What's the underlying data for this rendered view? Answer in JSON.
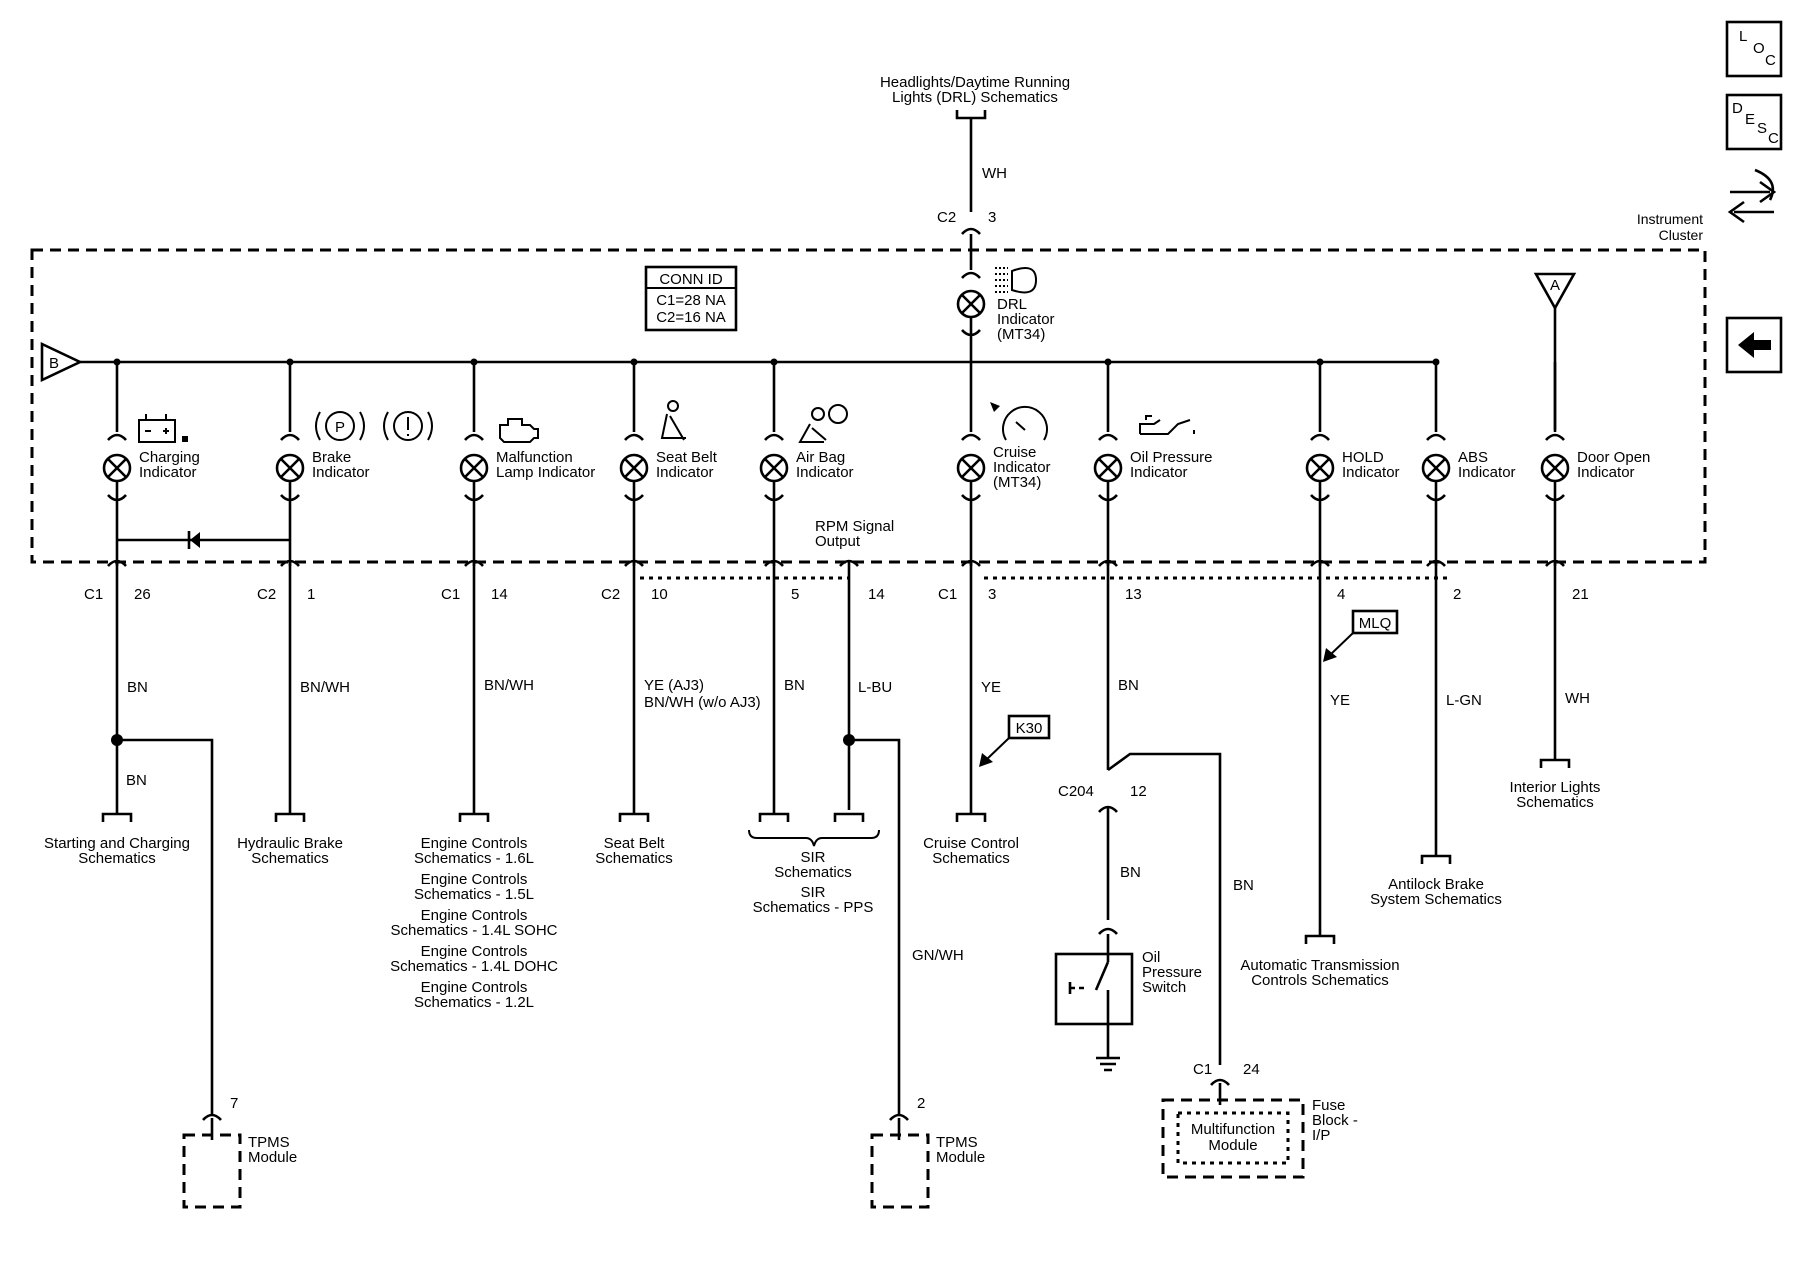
{
  "header": {
    "top_destination_line1": "Headlights/Daytime Running",
    "top_destination_line2": "Lights (DRL) Schematics",
    "cluster_label_line1": "Instrument",
    "cluster_label_line2": "Cluster"
  },
  "nav": {
    "loc": [
      "L",
      "O",
      "C"
    ],
    "desc": [
      "D",
      "E",
      "S",
      "C"
    ],
    "swap_icon": "swap-arrows-icon",
    "back_icon": "back-arrow-icon"
  },
  "conn_id": {
    "title": "CONN ID",
    "line1": "C1=28 NA",
    "line2": "C2=16 NA"
  },
  "refs": {
    "b": "B",
    "a": "A"
  },
  "drl": {
    "connector": "C2",
    "pin": "3",
    "wire": "WH",
    "label_line1": "DRL",
    "label_line2": "Indicator",
    "label_line3": "(MT34)"
  },
  "indicators": [
    {
      "name": "charging",
      "line1": "Charging",
      "line2": "Indicator",
      "connector": "C1",
      "pin": "26",
      "wire": "BN",
      "icon": "battery-icon"
    },
    {
      "name": "brake",
      "line1": "Brake",
      "line2": "Indicator",
      "connector": "C2",
      "pin": "1",
      "wire": "BN/WH",
      "icon": "parking-brake-icon"
    },
    {
      "name": "malfunction",
      "line1": "Malfunction",
      "line2": "Lamp Indicator",
      "connector": "C1",
      "pin": "14",
      "wire": "BN/WH",
      "icon": "engine-icon"
    },
    {
      "name": "seat-belt",
      "line1": "Seat Belt",
      "line2": "Indicator",
      "connector": "C2",
      "pin": "10",
      "wire": "YE (AJ3)",
      "wire2": "BN/WH (w/o AJ3)",
      "icon": "seat-belt-icon"
    },
    {
      "name": "air-bag",
      "line1": "Air Bag",
      "line2": "Indicator",
      "connector": "",
      "pin": "5",
      "wire": "BN",
      "icon": "airbag-icon"
    },
    {
      "name": "cruise",
      "line1": "Cruise",
      "line2": "Indicator",
      "line3": "(MT34)",
      "connector": "C1",
      "pin": "3",
      "wire": "YE",
      "icon": "cruise-icon"
    },
    {
      "name": "oil-pressure",
      "line1": "Oil Pressure",
      "line2": "Indicator",
      "connector": "",
      "pin": "13",
      "wire": "BN",
      "icon": "oil-can-icon"
    },
    {
      "name": "hold",
      "line1": "HOLD",
      "line2": "Indicator",
      "connector": "",
      "pin": "4",
      "wire": "YE"
    },
    {
      "name": "abs",
      "line1": "ABS",
      "line2": "Indicator",
      "connector": "",
      "pin": "2",
      "wire": "L-GN"
    },
    {
      "name": "door-open",
      "line1": "Door Open",
      "line2": "Indicator",
      "connector": "",
      "pin": "21",
      "wire": "WH"
    }
  ],
  "rpm": {
    "label_line1": "RPM Signal",
    "label_line2": "Output",
    "pin": "14",
    "wire": "L-BU",
    "wire2": "GN/WH"
  },
  "charging_split_wire": "BN",
  "destinations": {
    "starting": [
      "Starting and Charging",
      "Schematics"
    ],
    "hydraulic": [
      "Hydraulic Brake",
      "Schematics"
    ],
    "engine": [
      [
        "Engine Controls",
        "Schematics - 1.6L"
      ],
      [
        "Engine Controls",
        "Schematics - 1.5L"
      ],
      [
        "Engine Controls",
        "Schematics - 1.4L SOHC"
      ],
      [
        "Engine Controls",
        "Schematics - 1.4L DOHC"
      ],
      [
        "Engine Controls",
        "Schematics - 1.2L"
      ]
    ],
    "seat_belt": [
      "Seat Belt",
      "Schematics"
    ],
    "sir": [
      "SIR",
      "Schematics",
      "SIR",
      "Schematics - PPS"
    ],
    "cruise": [
      "Cruise Control",
      "Schematics"
    ],
    "interior": [
      "Interior Lights",
      "Schematics"
    ],
    "antilock": [
      "Antilock Brake",
      "System Schematics"
    ],
    "automatic": [
      "Automatic Transmission",
      "Controls Schematics"
    ]
  },
  "options": {
    "k30": "K30",
    "mlq": "MLQ"
  },
  "splice": {
    "name": "C204",
    "pin": "12",
    "wire_low": "BN",
    "wire_branch": "BN"
  },
  "oil_switch": [
    "Oil",
    "Pressure",
    "Switch"
  ],
  "tpms_left": {
    "pin": "7",
    "line1": "TPMS",
    "line2": "Module"
  },
  "tpms_right": {
    "pin": "2",
    "line1": "TPMS",
    "line2": "Module"
  },
  "fuse": {
    "connector": "C1",
    "pin": "24",
    "line1": "Fuse",
    "line2": "Block -",
    "line3": "I/P",
    "inner1": "Multifunction",
    "inner2": "Module"
  }
}
